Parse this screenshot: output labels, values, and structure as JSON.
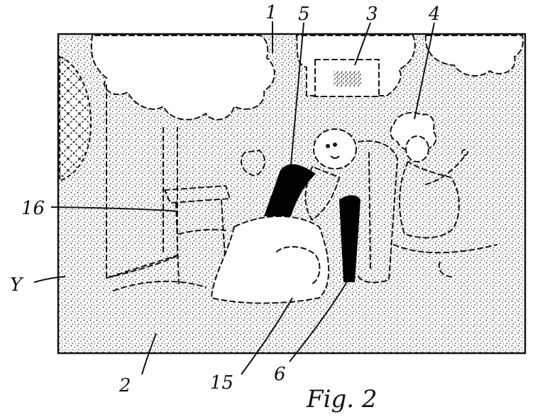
{
  "figure": {
    "caption": "Fig. 2",
    "reference_labels": [
      {
        "id": "1",
        "text": "1"
      },
      {
        "id": "2",
        "text": "2"
      },
      {
        "id": "3",
        "text": "3"
      },
      {
        "id": "4",
        "text": "4"
      },
      {
        "id": "5",
        "text": "5"
      },
      {
        "id": "6",
        "text": "6"
      },
      {
        "id": "15",
        "text": "15"
      },
      {
        "id": "16",
        "text": "16"
      },
      {
        "id": "Y",
        "text": "Y"
      }
    ]
  },
  "colors": {
    "ink": "#111111",
    "paper": "#ffffff",
    "solid_screen": "#000000"
  }
}
